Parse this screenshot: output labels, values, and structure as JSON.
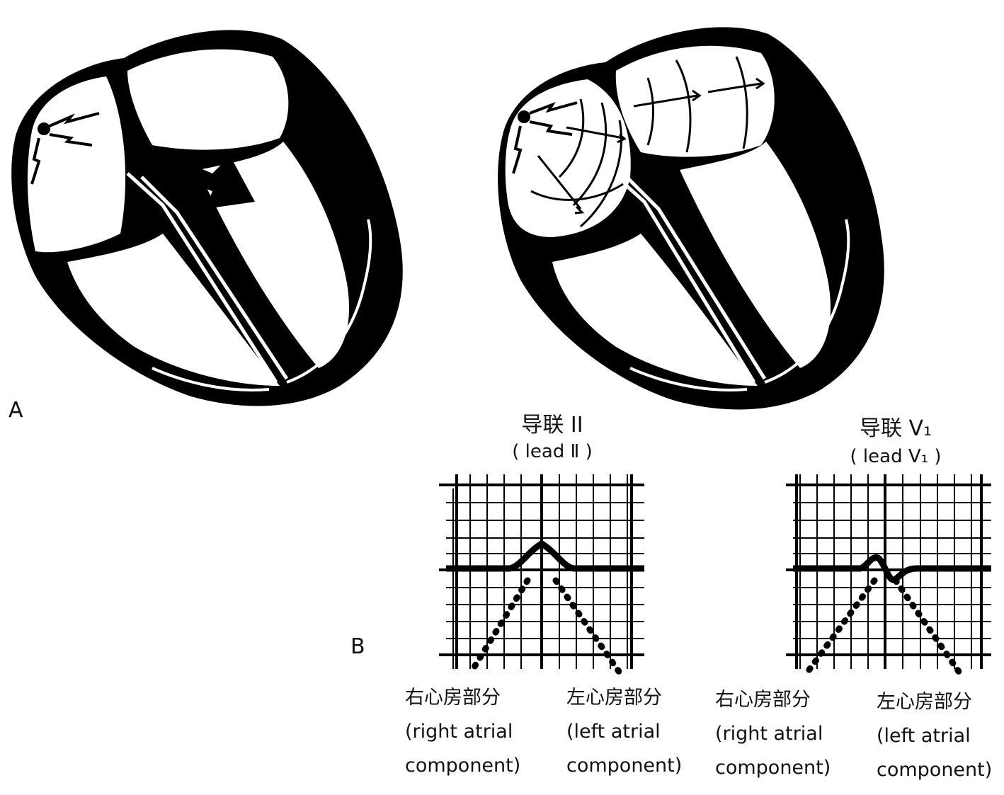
{
  "panel_a": {
    "letter": "A"
  },
  "panel_b": {
    "letter": "B"
  },
  "lead_ii": {
    "title": "导联 II",
    "subtitle": "( lead Ⅱ )",
    "right_component": {
      "zh": "右心房部分",
      "en1": "(right atrial",
      "en2": "component)"
    },
    "left_component": {
      "zh": "左心房部分",
      "en1": "(left atrial",
      "en2": "component)"
    }
  },
  "lead_v1": {
    "title": "导联 V₁",
    "subtitle": "( lead V₁ )",
    "right_component": {
      "zh": "右心房部分",
      "en1": "(right atrial",
      "en2": "component)"
    },
    "left_component": {
      "zh": "左心房部分",
      "en1": "(left atrial",
      "en2": "component)"
    }
  },
  "colors": {
    "ink": "#000000",
    "paper": "#ffffff"
  }
}
